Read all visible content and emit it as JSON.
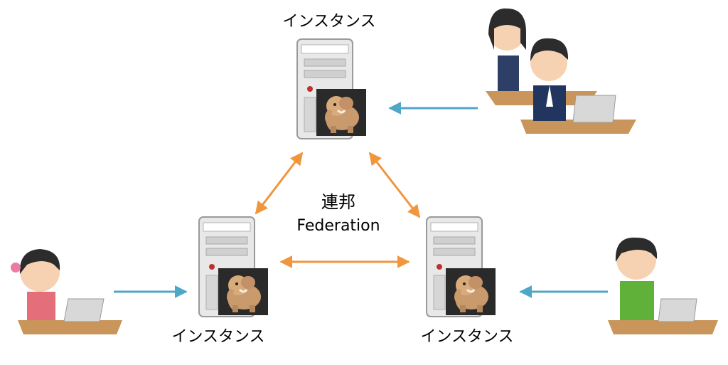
{
  "nodes": {
    "top": {
      "label": "インスタンス"
    },
    "left": {
      "label": "インスタンス"
    },
    "right": {
      "label": "インスタンス"
    }
  },
  "center": {
    "title": "連邦",
    "subtitle": "Federation"
  },
  "colors": {
    "federation_arrow": "#f0963c",
    "user_arrow": "#4ea7c5",
    "server_body": "#e8e8e8",
    "server_outline": "#9a9a9a",
    "mascot_bg": "#2a2a2a"
  },
  "icons": [
    "server-icon",
    "mammoth-mascot-icon",
    "person-at-laptop-icon",
    "office-workers-icon"
  ]
}
